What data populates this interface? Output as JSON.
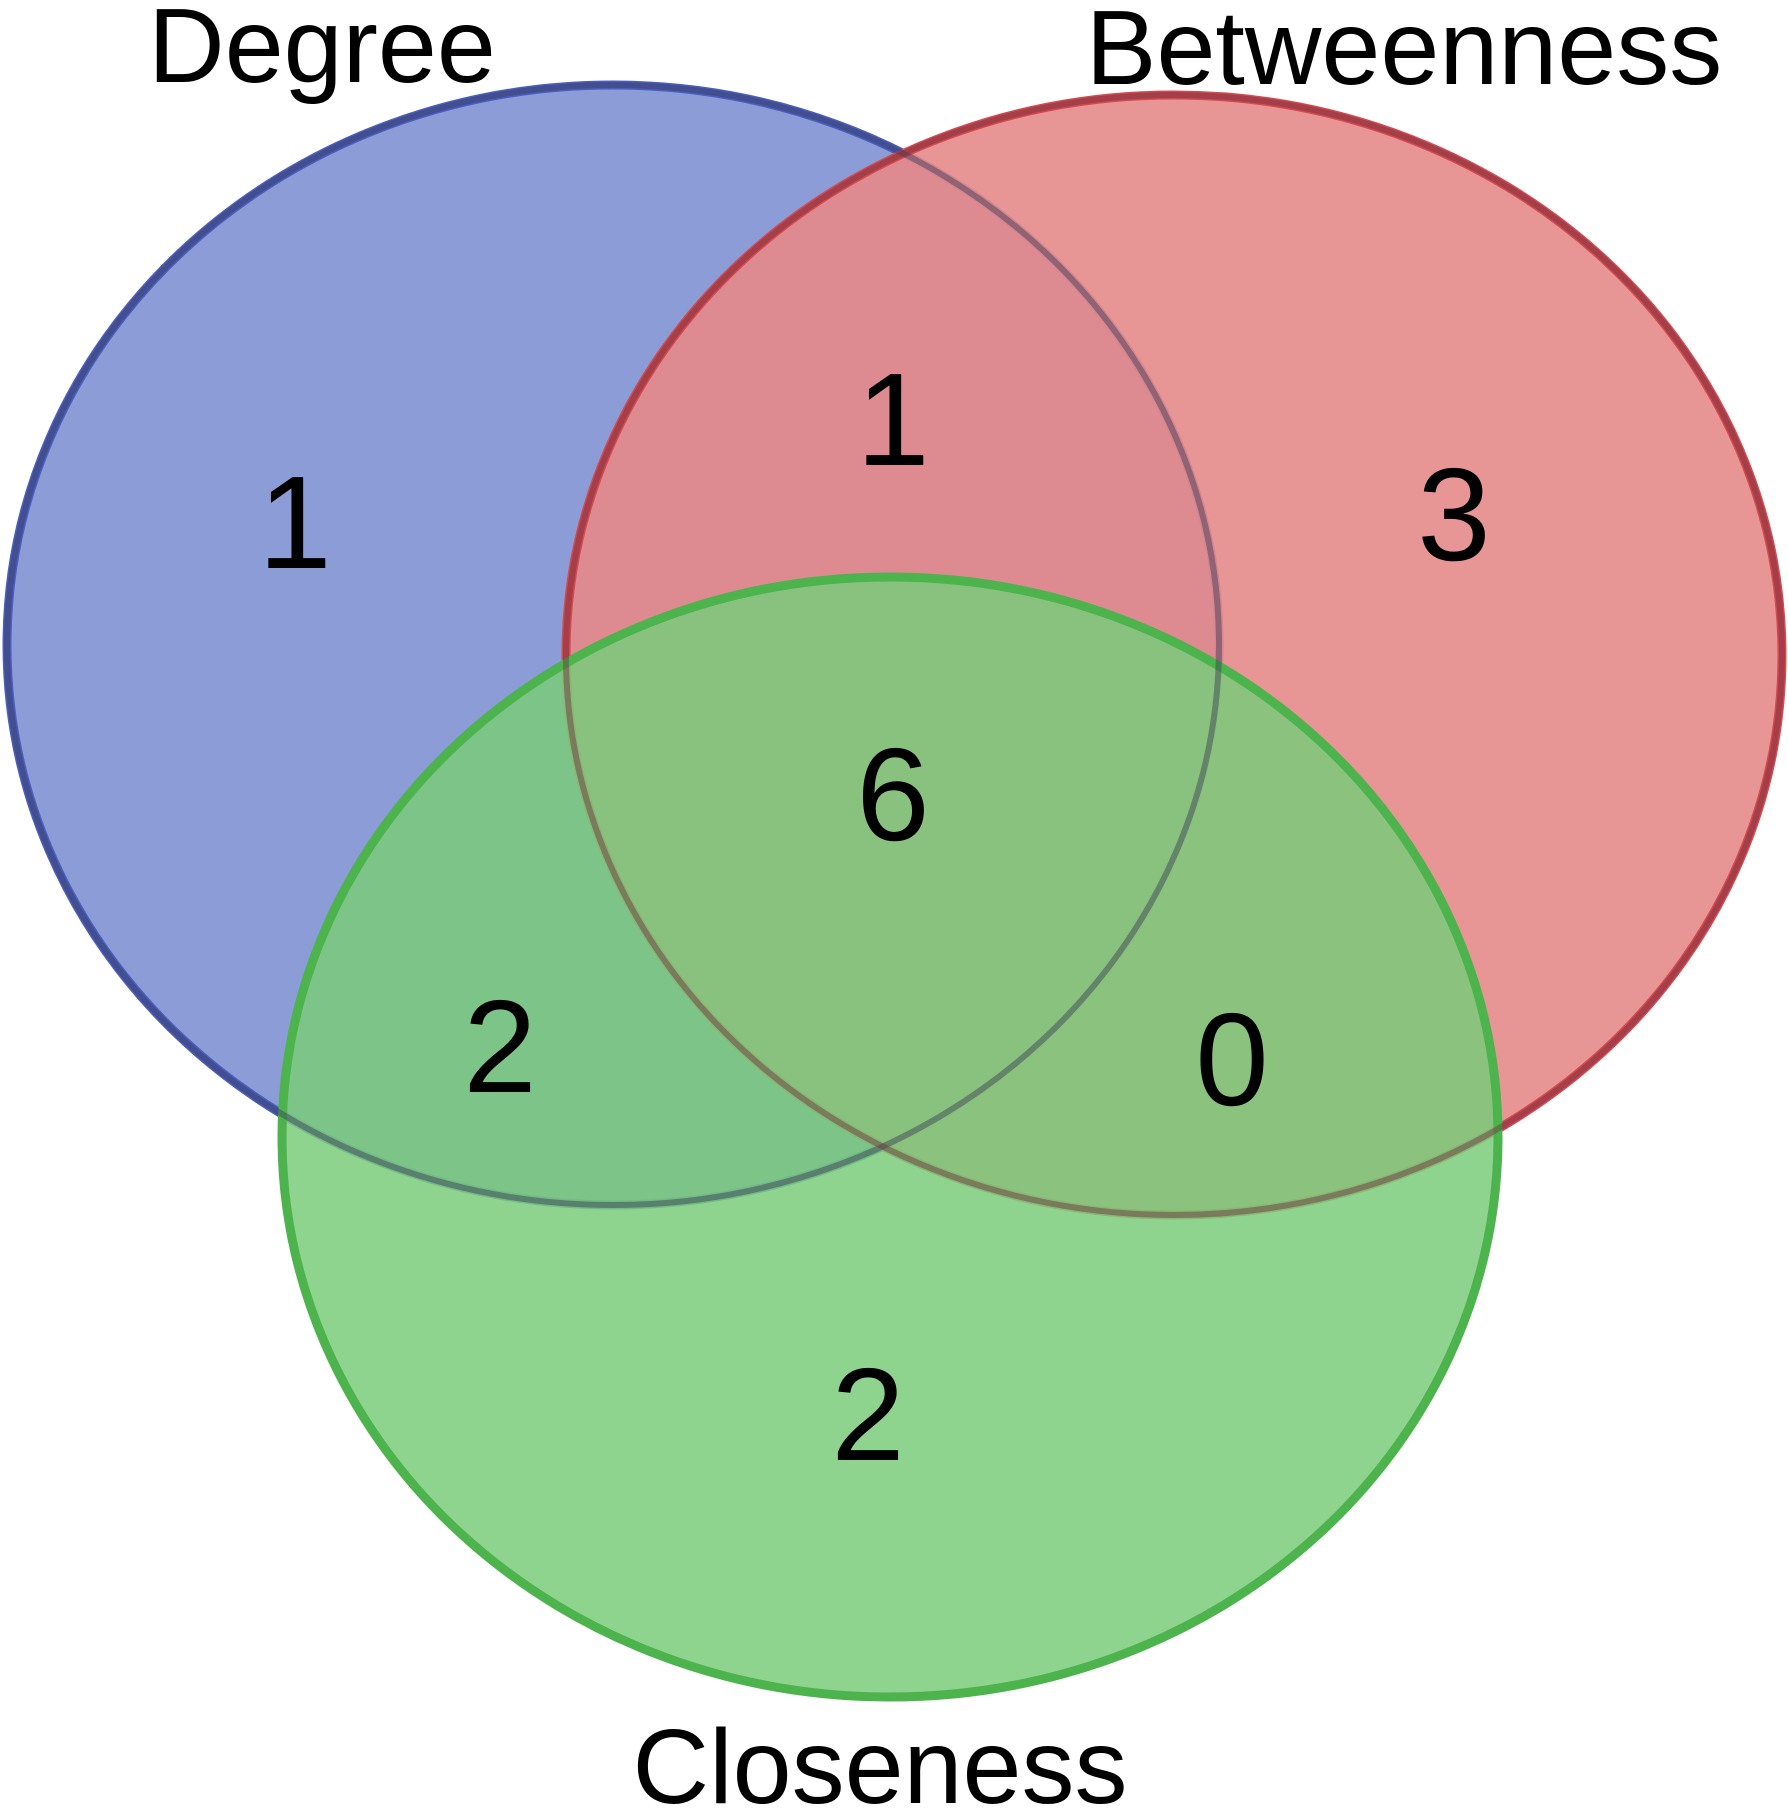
{
  "sets": [
    {
      "id": "degree",
      "label": "Degree",
      "fill": "#8b9cd6",
      "stroke": "#4a5fc1"
    },
    {
      "id": "betweenness",
      "label": "Betweenness",
      "fill": "#e68a8a",
      "stroke": "#d44a4f"
    },
    {
      "id": "closeness",
      "label": "Closeness",
      "fill": "#7acb7a",
      "stroke": "#4db44d"
    }
  ],
  "regions": {
    "degree_only": "1",
    "betweenness_only": "3",
    "closeness_only": "2",
    "degree_betweenness": "1",
    "degree_closeness": "2",
    "betweenness_closeness": "0",
    "all_three": "6"
  }
}
